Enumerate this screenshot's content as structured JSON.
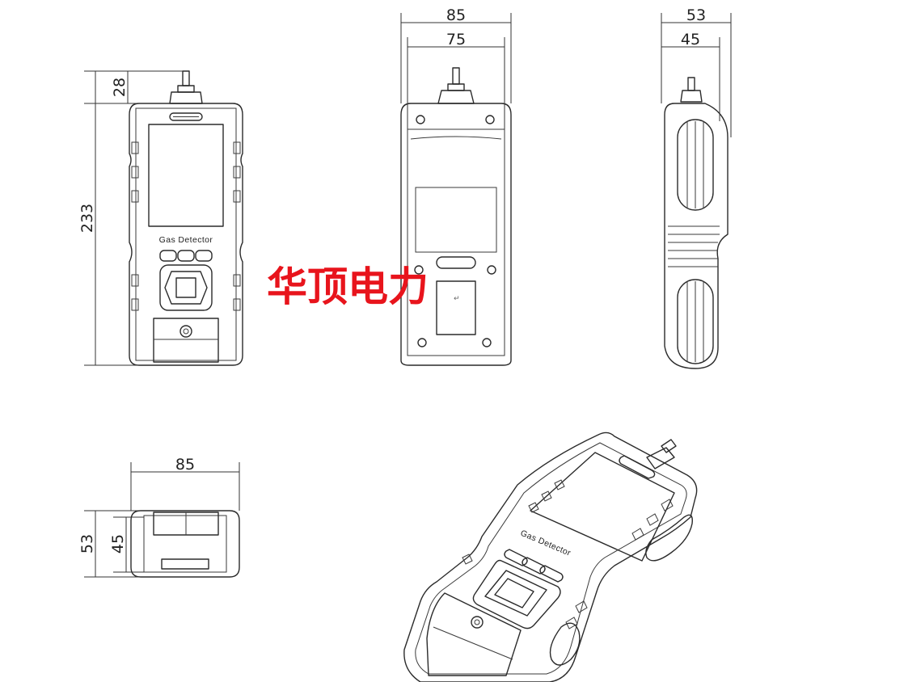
{
  "watermark": {
    "text": "华顶电力",
    "color": "#e8141c"
  },
  "device_label": "Gas Detector",
  "dimensions": {
    "front_height": "233",
    "front_probe": "28",
    "back_outer_width": "85",
    "back_inner_width": "75",
    "side_outer_depth": "53",
    "side_inner_depth": "45",
    "bottom_width": "85",
    "bottom_outer_depth": "53",
    "bottom_inner_depth": "45"
  },
  "colors": {
    "line": "#2b2b2b",
    "background": "#ffffff"
  }
}
